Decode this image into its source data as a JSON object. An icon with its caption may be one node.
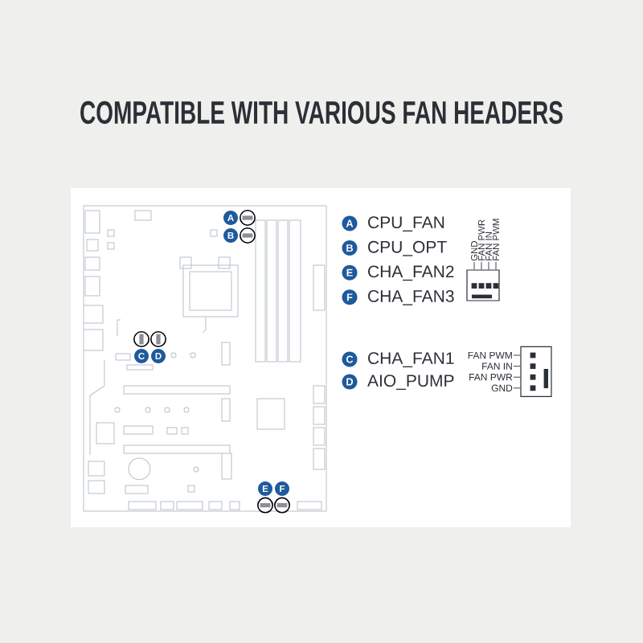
{
  "diagram": {
    "title": "COMPATIBLE WITH VARIOUS FAN HEADERS",
    "nodes": [
      {
        "text": [
          "A"
        ]
      },
      {
        "text": [
          "B"
        ]
      },
      {
        "text": [
          "C"
        ]
      },
      {
        "text": [
          "D"
        ]
      },
      {
        "text": [
          "E"
        ]
      },
      {
        "text": [
          "F"
        ]
      },
      {
        "text": [
          "A"
        ],
        "beside": [
          "CPU_FAN"
        ]
      },
      {
        "text": [
          "B"
        ],
        "beside": [
          "CPU_OPT"
        ]
      },
      {
        "text": [
          "E"
        ],
        "beside": [
          "CHA_FAN2"
        ]
      },
      {
        "text": [
          "F"
        ],
        "beside": [
          "CHA_FAN3"
        ]
      },
      {
        "text": [
          "GND"
        ]
      },
      {
        "text": [
          "FAN PWR"
        ]
      },
      {
        "text": [
          "FAN IN"
        ]
      },
      {
        "text": [
          "FAN PWM"
        ]
      },
      {
        "text": [],
        "shape": "box"
      },
      {
        "text": [
          "C"
        ],
        "beside": [
          "CHA_FAN1"
        ]
      },
      {
        "text": [
          "D"
        ],
        "beside": [
          "AIO_PUMP"
        ]
      },
      {
        "text": [
          "FAN PWM"
        ]
      },
      {
        "text": [
          "FAN IN"
        ]
      },
      {
        "text": [
          "FAN PWR"
        ]
      },
      {
        "text": [
          "GND"
        ]
      },
      {
        "text": [],
        "shape": "box"
      }
    ],
    "edges": [
      {
        "from": 10,
        "to": 14,
        "arrow": "none"
      },
      {
        "from": 11,
        "to": 14,
        "arrow": "none"
      },
      {
        "from": 12,
        "to": 14,
        "arrow": "none"
      },
      {
        "from": 13,
        "to": 14,
        "arrow": "none"
      },
      {
        "from": 17,
        "to": 21,
        "arrow": "none"
      },
      {
        "from": 18,
        "to": 21,
        "arrow": "none"
      },
      {
        "from": 19,
        "to": 21,
        "arrow": "none"
      },
      {
        "from": 20,
        "to": 21,
        "arrow": "none"
      }
    ]
  }
}
